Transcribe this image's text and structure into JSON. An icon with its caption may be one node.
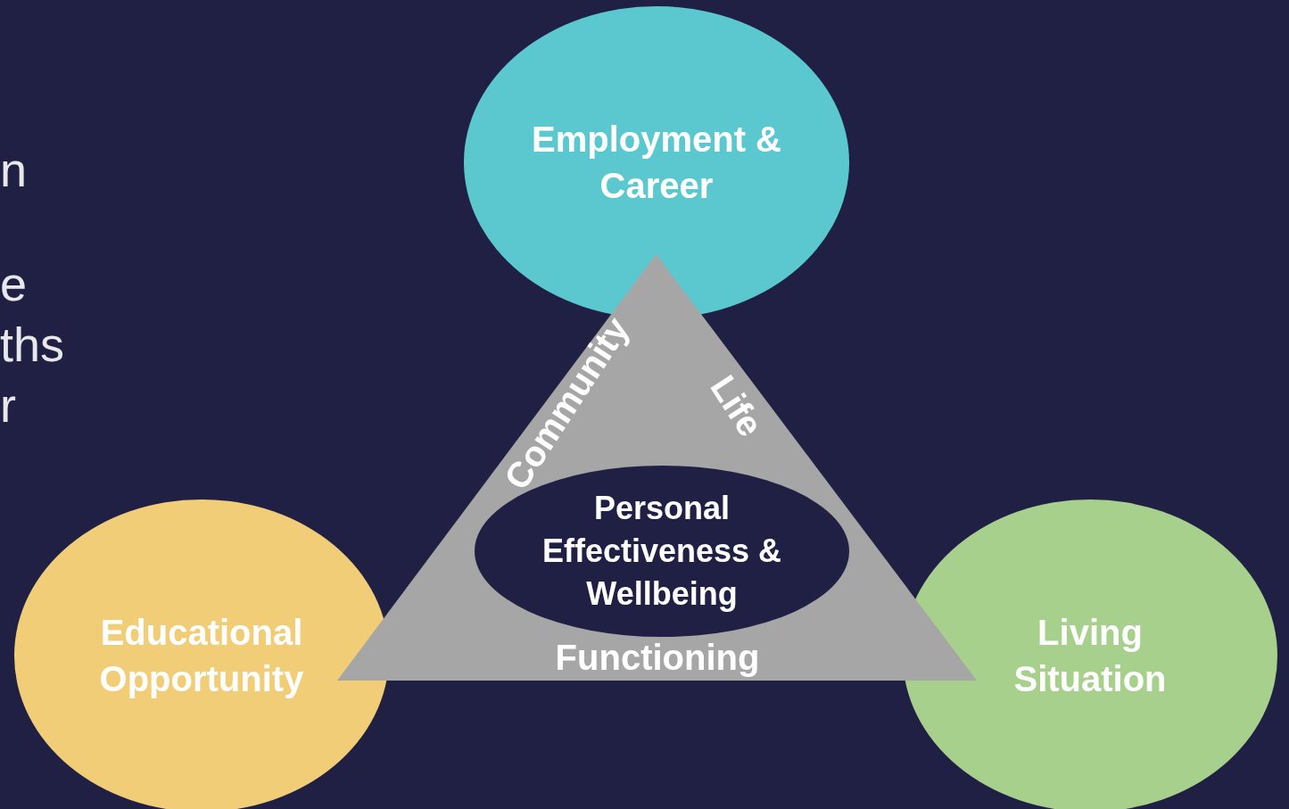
{
  "diagram": {
    "nodes": [
      {
        "text": [
          "Employment & Career"
        ]
      },
      {
        "text": [
          "Community",
          "Life",
          "Functioning"
        ]
      },
      {
        "text": [
          "Personal Effectiveness & Wellbeing"
        ],
        "in": 1
      },
      {
        "text": [
          "Educational Opportunity"
        ]
      },
      {
        "text": [
          "Living Situation"
        ]
      }
    ],
    "labels": [
      "n",
      "e",
      "ths",
      "r"
    ]
  }
}
